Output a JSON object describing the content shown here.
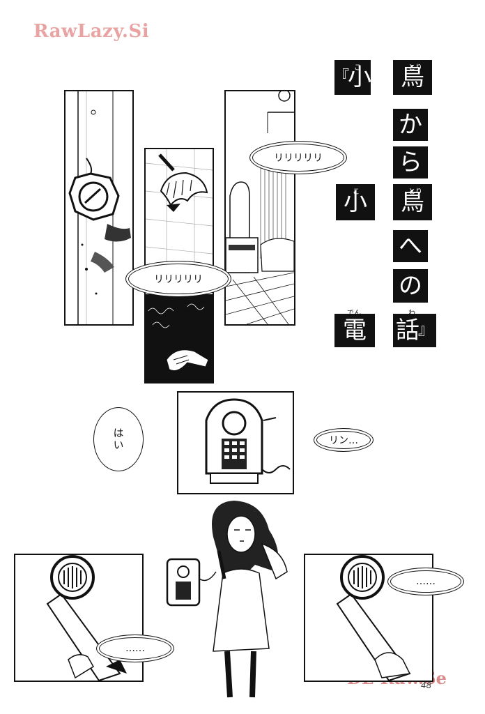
{
  "watermarks": {
    "top": "RawLazy.Si",
    "bottom": "DL-Raw.Se"
  },
  "page_number": "48",
  "title": {
    "open_bracket": "『",
    "close_bracket": "』",
    "chars": [
      "小",
      "鳥",
      "か",
      "ら",
      "小",
      "鳥",
      "へ",
      "の",
      "電",
      "話"
    ],
    "ruby": [
      "こ",
      "とり",
      "こ",
      "とり",
      "でん",
      "わ"
    ]
  },
  "balloons": {
    "ring1": "リリリリリ",
    "ring2": "リリリリリ",
    "rin": "リン…",
    "hai": "はい",
    "silence_left": "……",
    "silence_right": "……"
  }
}
